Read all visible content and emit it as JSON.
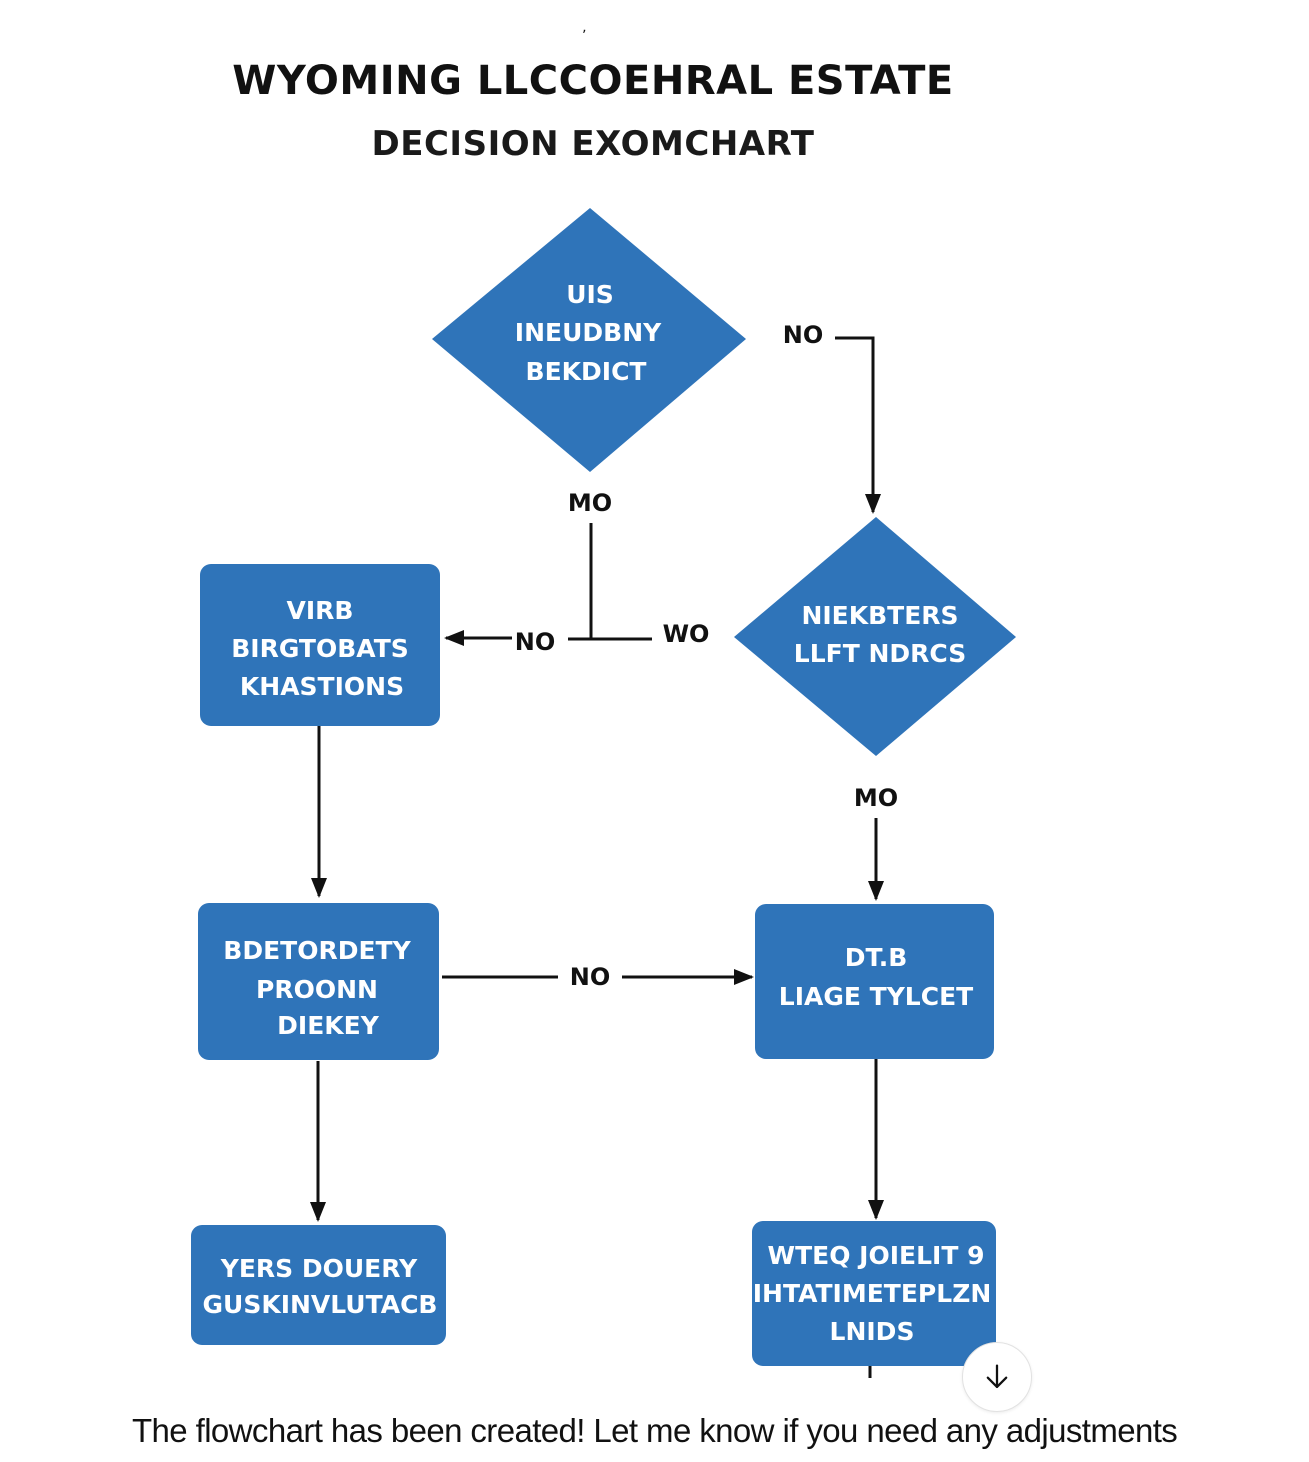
{
  "diagram": {
    "title_line1": "WYOMING LLCCOEHRAL ESTATE",
    "title_line2": "DECISION EXOMCHART",
    "top_mark": "ʼ",
    "colors": {
      "node_fill": "#2f74b9",
      "node_text": "#ffffff",
      "connector": "#111111"
    },
    "nodes": [
      {
        "id": "d1",
        "shape": "diamond",
        "lines": [
          "UIS",
          "INEUDBNY",
          "BEKDICT"
        ]
      },
      {
        "id": "d2",
        "shape": "diamond",
        "lines": [
          "NIEKBTERS",
          "LLFT NDRCS"
        ]
      },
      {
        "id": "b1",
        "shape": "rounded-box",
        "lines": [
          "VIRB",
          "BIRGTOBATS",
          "KHASTIONS"
        ]
      },
      {
        "id": "b2",
        "shape": "rounded-box",
        "lines": [
          "BDETORDETY",
          "PROONN",
          "DIEKEY"
        ]
      },
      {
        "id": "b3",
        "shape": "rounded-box",
        "lines": [
          "DT.B",
          "LIAGE TYLCET"
        ]
      },
      {
        "id": "b4",
        "shape": "rounded-box",
        "lines": [
          "YERS DOUERY",
          "GUSKINVLUTACB"
        ]
      },
      {
        "id": "b5",
        "shape": "rounded-box",
        "lines": [
          "WTEQ JOIELIT 9",
          "IHTATIMETEPLZN",
          "LNIDS"
        ]
      }
    ],
    "edges": [
      {
        "from": "d1",
        "to": "d2",
        "label": "NO"
      },
      {
        "from": "d1",
        "to": "junction",
        "label": "MO"
      },
      {
        "from": "junction",
        "to": "b1",
        "label": "NO"
      },
      {
        "from": "d2",
        "to": "junction",
        "label": "WO"
      },
      {
        "from": "d2",
        "to": "b3",
        "label": "MO"
      },
      {
        "from": "b1",
        "to": "b2",
        "label": ""
      },
      {
        "from": "b2",
        "to": "b3",
        "label": "NO"
      },
      {
        "from": "b2",
        "to": "b4",
        "label": ""
      },
      {
        "from": "b3",
        "to": "b5",
        "label": ""
      }
    ]
  },
  "chat": {
    "caption": "The flowchart has been created! Let me know if you need any adjustments",
    "scroll_button_icon": "arrow-down-icon"
  }
}
